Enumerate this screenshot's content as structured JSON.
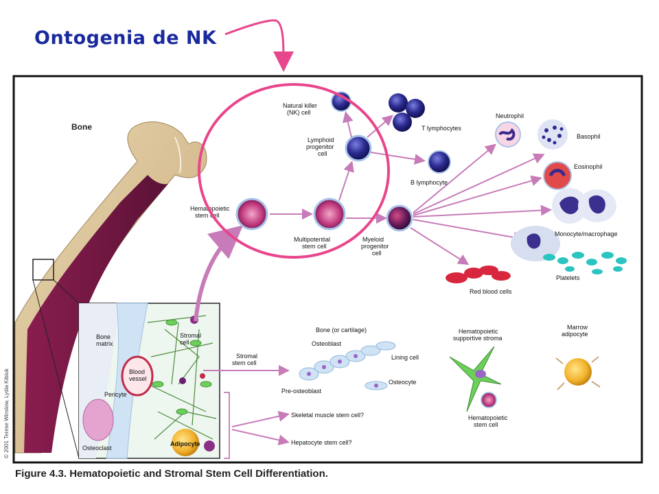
{
  "title": "Ontogenia de NK",
  "caption": "Figure 4.3. Hematopoietic and Stromal Stem Cell Differentiation.",
  "copyright": "© 2001 Terese Winslow, Lydia Kibiuk",
  "colors": {
    "title": "#1a2a9e",
    "highlight": "#e8468c",
    "arrow": "#c77bb8",
    "frame": "#111111"
  },
  "labels": {
    "bone": "Bone",
    "nk_cell": [
      "Natural killer",
      "(NK) cell"
    ],
    "lymphoid_progenitor": [
      "Lymphoid",
      "progenitor",
      "cell"
    ],
    "t_lymphocytes": "T lymphocytes",
    "b_lymphocyte": "B lymphocyte",
    "hematopoietic_stem_cell": [
      "Hematopoietic",
      "stem cell"
    ],
    "multipotential_stem_cell": [
      "Multipotential",
      "stem cell"
    ],
    "myeloid_progenitor": [
      "Myeloid",
      "progenitor",
      "cell"
    ],
    "neutrophil": "Neutrophil",
    "basophil": "Basophil",
    "eosinophil": "Eosinophil",
    "monocyte_macrophage": "Monocyte/macrophage",
    "platelets": "Platelets",
    "red_blood_cells": "Red blood cells",
    "bone_matrix": [
      "Bone",
      "matrix"
    ],
    "stromal_cell": [
      "Stromal",
      "cell"
    ],
    "blood_vessel": [
      "Blood",
      "vessel"
    ],
    "pericyte": "Pericyte",
    "osteoclast": "Osteoclast",
    "adipocyte": "Adipocyte",
    "stromal_stem_cell": [
      "Stromal",
      "stem cell"
    ],
    "bone_or_cartilage": "Bone (or cartilage)",
    "osteoblast": "Osteoblast",
    "lining_cell": "Lining cell",
    "osteocyte": "Osteocyte",
    "pre_osteoblast": "Pre-osteoblast",
    "hematopoietic_supportive_stroma": [
      "Hematopoietic",
      "supportive stroma"
    ],
    "marrow_adipocyte": [
      "Marrow",
      "adipocyte"
    ],
    "hematopoietic_stem_cell_2": [
      "Hematopoietic",
      "stem cell"
    ],
    "skeletal_muscle": "Skeletal muscle stem cell?",
    "hepatocyte": "Hepatocyte stem cell?"
  }
}
